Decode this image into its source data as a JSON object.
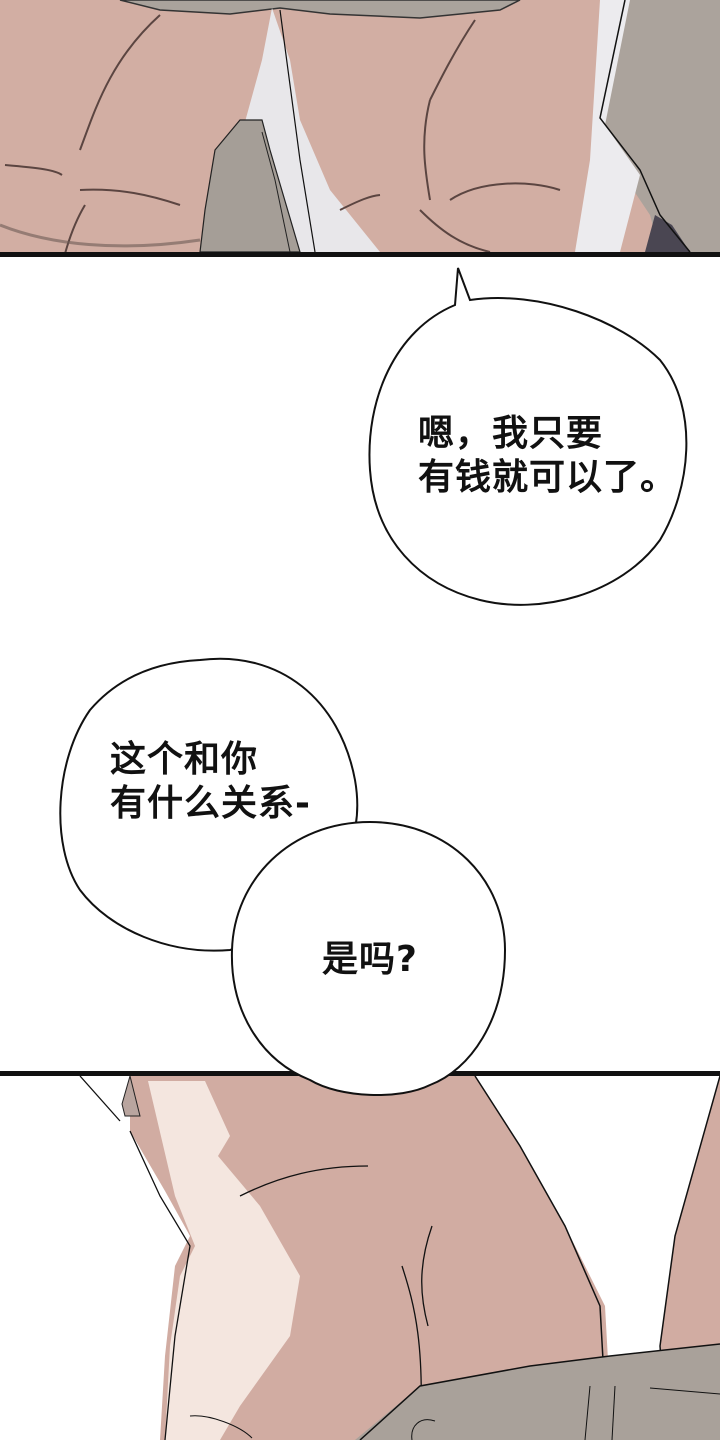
{
  "comic": {
    "panels": [
      {
        "id": "panel-1",
        "description": "close-up of muscular torso with shirt open",
        "colors": {
          "skin": "#d2aea3",
          "shirt": "#a8a099",
          "highlight": "#ecebed",
          "tie": "#4a4652"
        }
      },
      {
        "id": "panel-2",
        "description": "blank white panel with speech bubbles"
      },
      {
        "id": "panel-3",
        "description": "close-up of neck and shoulder",
        "colors": {
          "skin": "#d1aca2",
          "light": "#f4e6df",
          "cloth": "#a9a19a"
        }
      }
    ],
    "speech_bubbles": [
      {
        "id": "bubble-1",
        "lines": [
          "嗯，我只要",
          "有钱就可以了。"
        ]
      },
      {
        "id": "bubble-2",
        "lines": [
          "这个和你",
          "有什么关系-"
        ]
      },
      {
        "id": "bubble-3",
        "lines": [
          "是吗？"
        ]
      }
    ]
  },
  "text": {
    "bubble1": "嗯，我只要\n有钱就可以了。",
    "bubble2": "这个和你\n有什么关系-",
    "bubble3": "是吗?"
  }
}
